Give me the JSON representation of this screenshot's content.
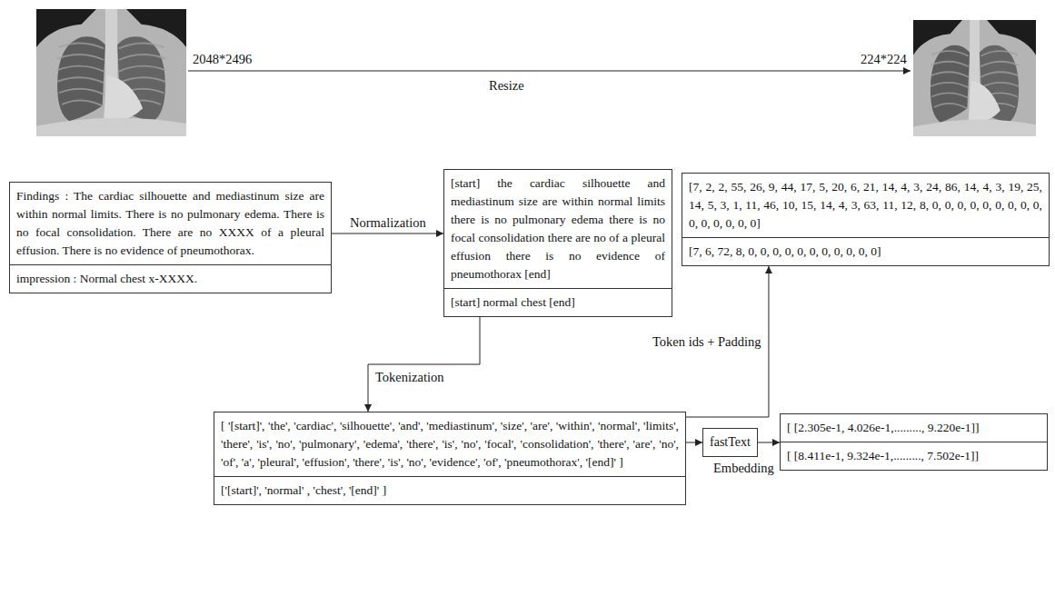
{
  "diagram": {
    "nodes": [
      {
        "text": [
          "Findings : The cardiac silhouette and mediastinum size are within normal limits. There is no pulmonary edema. There is no focal consolidation. There are no XXXX of a pleural effusion. There is no evidence of pneumothorax.",
          "impression : Normal chest x-XXXX."
        ]
      },
      {
        "text": [
          "[start] the cardiac silhouette and mediastinum size are within normal limits there is no pulmonary edema there is no focal consolidation there are no of a pleural effusion there is no evidence of pneumothorax [end]",
          "[start] normal chest [end]"
        ]
      },
      {
        "text": [
          "[7, 2, 2, 55, 26, 9, 44, 17, 5, 20, 6, 21, 14, 4, 3, 24, 86, 14, 4, 3, 19, 25, 14, 5, 3, 1, 11, 46, 10, 15, 14, 4, 3, 63, 11, 12, 8, 0, 0, 0, 0, 0, 0, 0, 0, 0, 0, 0, 0, 0, 0, 0]",
          "[7, 6, 72, 8, 0, 0, 0, 0, 0, 0, 0, 0, 0, 0, 0]"
        ]
      },
      {
        "text": [
          "[ '[start]', 'the', 'cardiac', 'silhouette', 'and', 'mediastinum', 'size', 'are', 'within', 'normal', 'limits', 'there', 'is', 'no', 'pulmonary', 'edema', 'there', 'is', 'no', 'focal', 'consolidation', 'there', 'are', 'no', 'of', 'a', 'pleural', 'effusion', 'there', 'is', 'no', 'evidence', 'of', 'pneumothorax', '[end]' ]",
          "['[start]', 'normal' , 'chest', '[end]' ]"
        ]
      },
      {
        "text": [
          "fastText"
        ]
      },
      {
        "text": [
          "[ [2.305e-1, 4.026e-1,........., 9.220e-1]]",
          "[ [8.411e-1, 9.324e-1,........., 7.502e-1]]"
        ]
      }
    ],
    "edges": [
      {
        "from": 0,
        "to": 1,
        "arrow": "to",
        "label": "Normalization"
      },
      {
        "from": 1,
        "to": 3,
        "arrow": "to",
        "label": "Tokenization"
      },
      {
        "from": 3,
        "to": 2,
        "arrow": "to",
        "label": "Token ids + Padding"
      },
      {
        "from": 3,
        "to": 4,
        "arrow": "to"
      },
      {
        "from": 4,
        "to": 5,
        "arrow": "to",
        "label": "Embedding"
      }
    ],
    "labels": [
      "2048*2496",
      "Resize",
      "224*224"
    ]
  }
}
